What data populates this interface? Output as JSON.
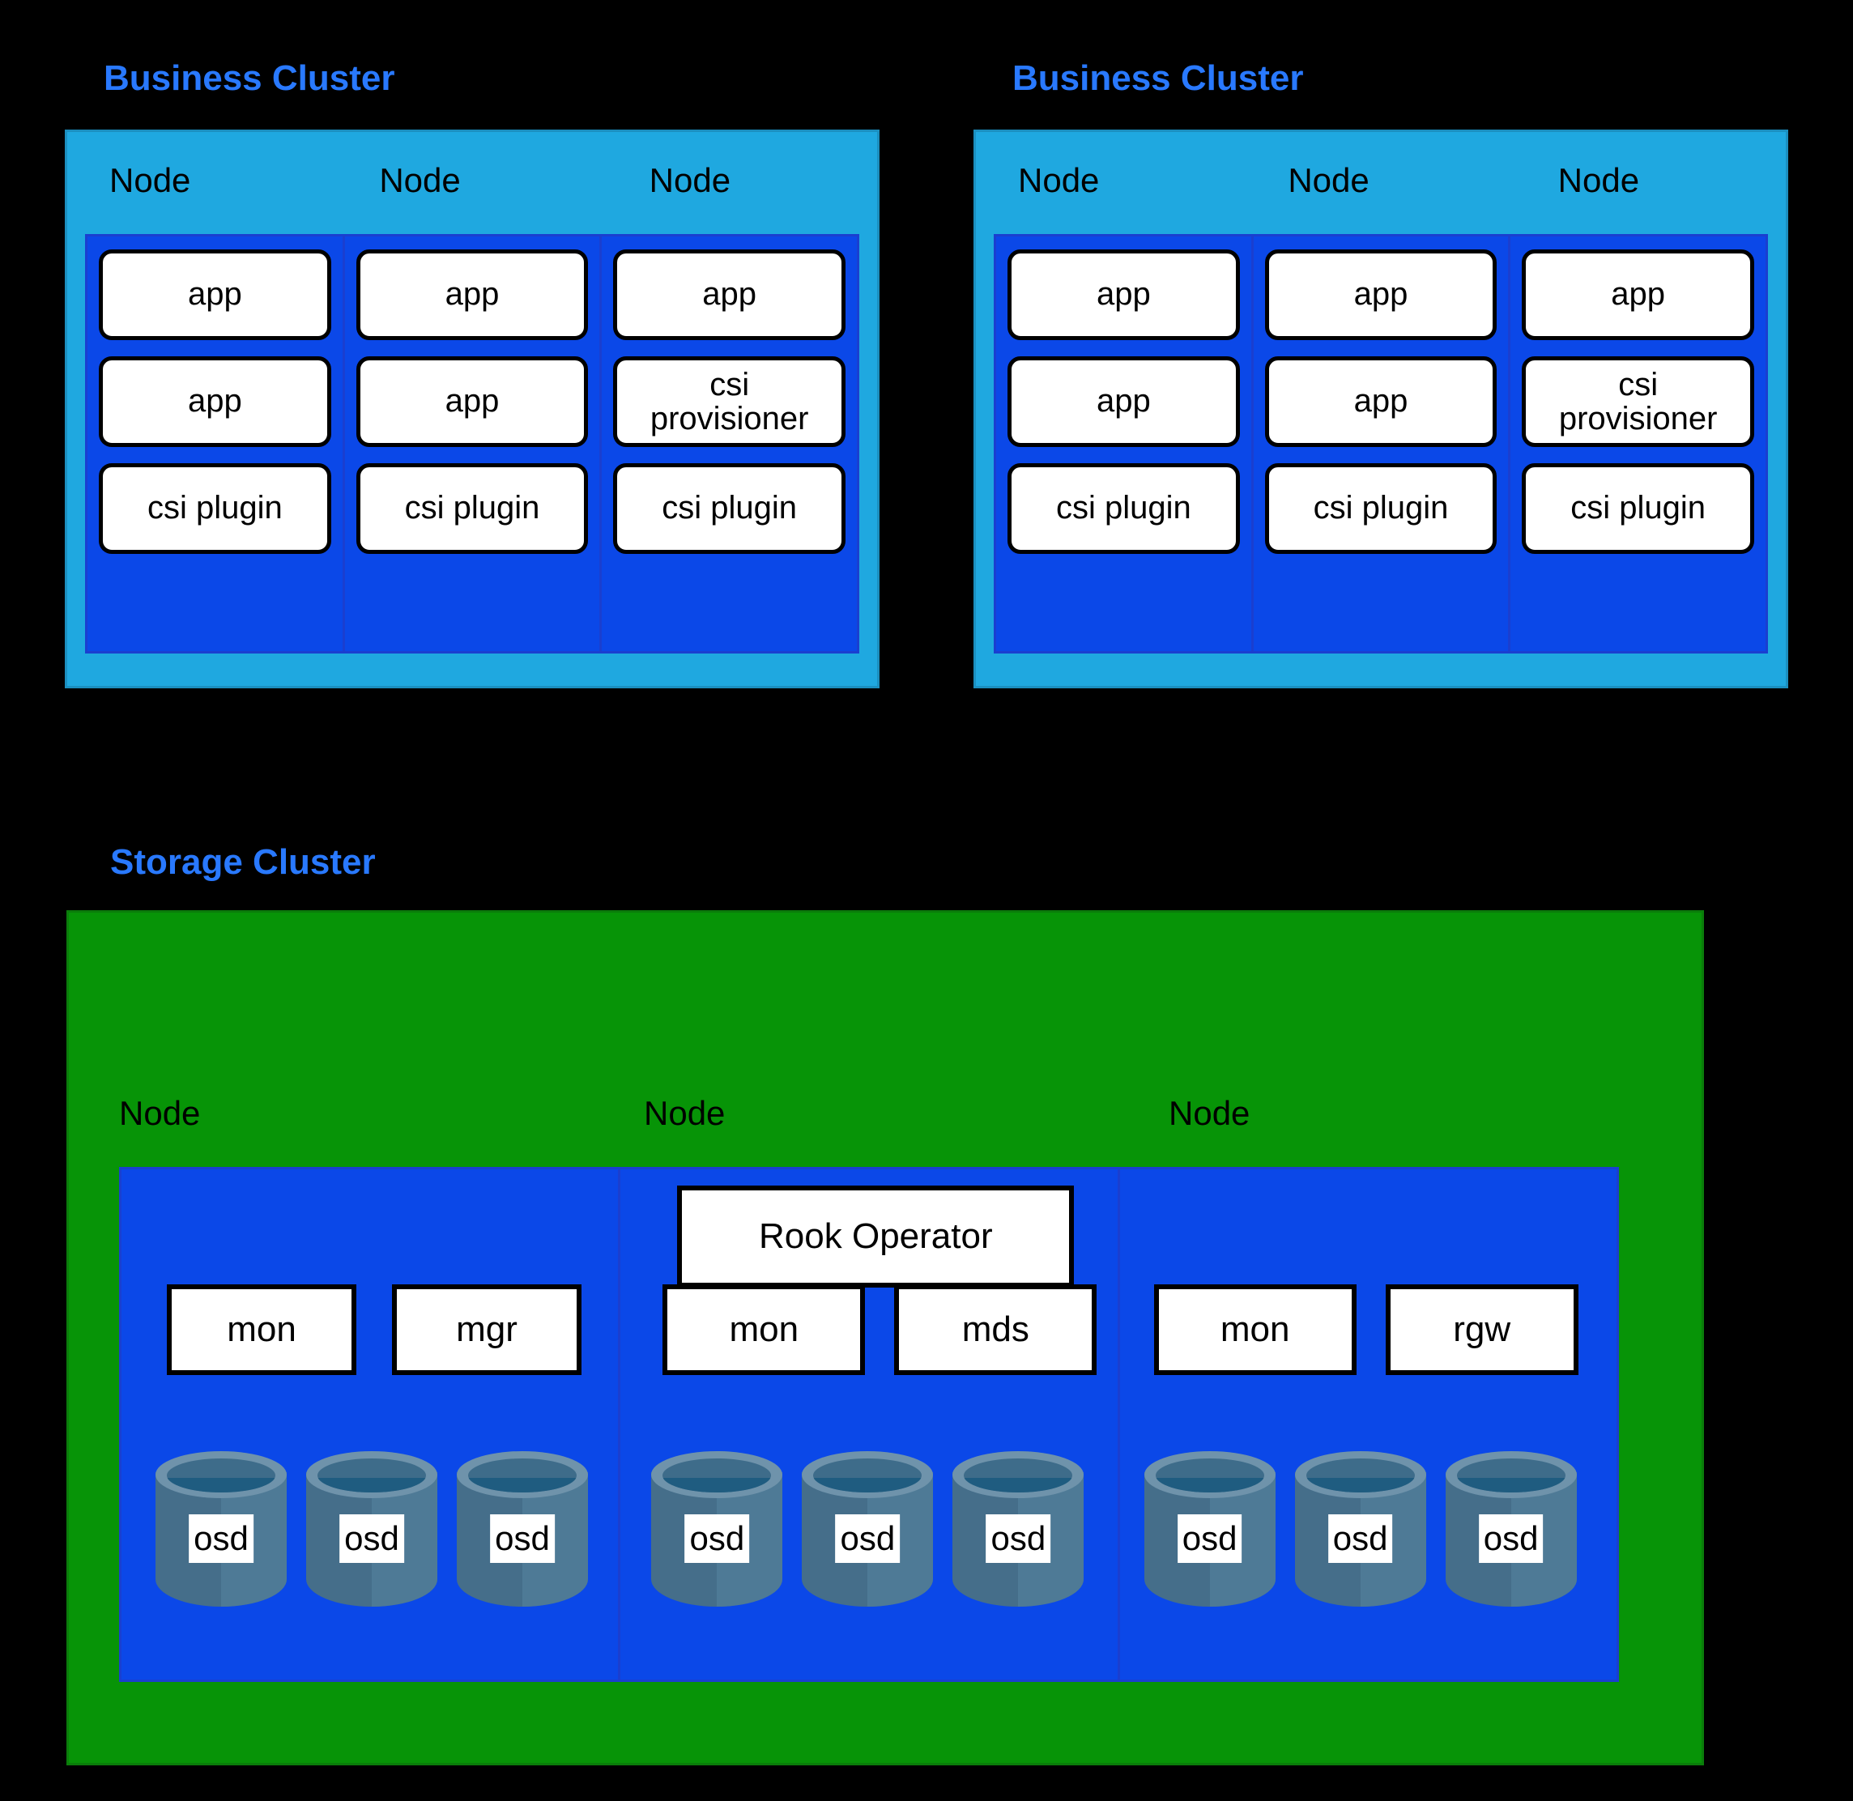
{
  "diagram": {
    "background_color": "#000000",
    "title_color": "#2979ff",
    "business_cluster_bg": "#1fa8e0",
    "node_panel_bg": "#0b48e8",
    "storage_cluster_bg": "#079407"
  },
  "business_clusters": [
    {
      "title": "Business Cluster",
      "node_label": "Node",
      "nodes": [
        {
          "label": "Node",
          "pods": [
            "app",
            "app",
            "csi plugin"
          ]
        },
        {
          "label": "Node",
          "pods": [
            "app",
            "app",
            "csi plugin"
          ]
        },
        {
          "label": "Node",
          "pods": [
            "app",
            "csi\nprovisioner",
            "csi plugin"
          ]
        }
      ]
    },
    {
      "title": "Business Cluster",
      "node_label": "Node",
      "nodes": [
        {
          "label": "Node",
          "pods": [
            "app",
            "app",
            "csi plugin"
          ]
        },
        {
          "label": "Node",
          "pods": [
            "app",
            "app",
            "csi plugin"
          ]
        },
        {
          "label": "Node",
          "pods": [
            "app",
            "csi\nprovisioner",
            "csi plugin"
          ]
        }
      ]
    }
  ],
  "storage_cluster": {
    "title": "Storage Cluster",
    "nodes": [
      {
        "label": "Node",
        "operator": null,
        "daemons": [
          "mon",
          "mgr"
        ],
        "osds": [
          "osd",
          "osd",
          "osd"
        ]
      },
      {
        "label": "Node",
        "operator": "Rook Operator",
        "daemons": [
          "mon",
          "mds"
        ],
        "osds": [
          "osd",
          "osd",
          "osd"
        ]
      },
      {
        "label": "Node",
        "operator": null,
        "daemons": [
          "mon",
          "rgw"
        ],
        "osds": [
          "osd",
          "osd",
          "osd"
        ]
      }
    ]
  }
}
